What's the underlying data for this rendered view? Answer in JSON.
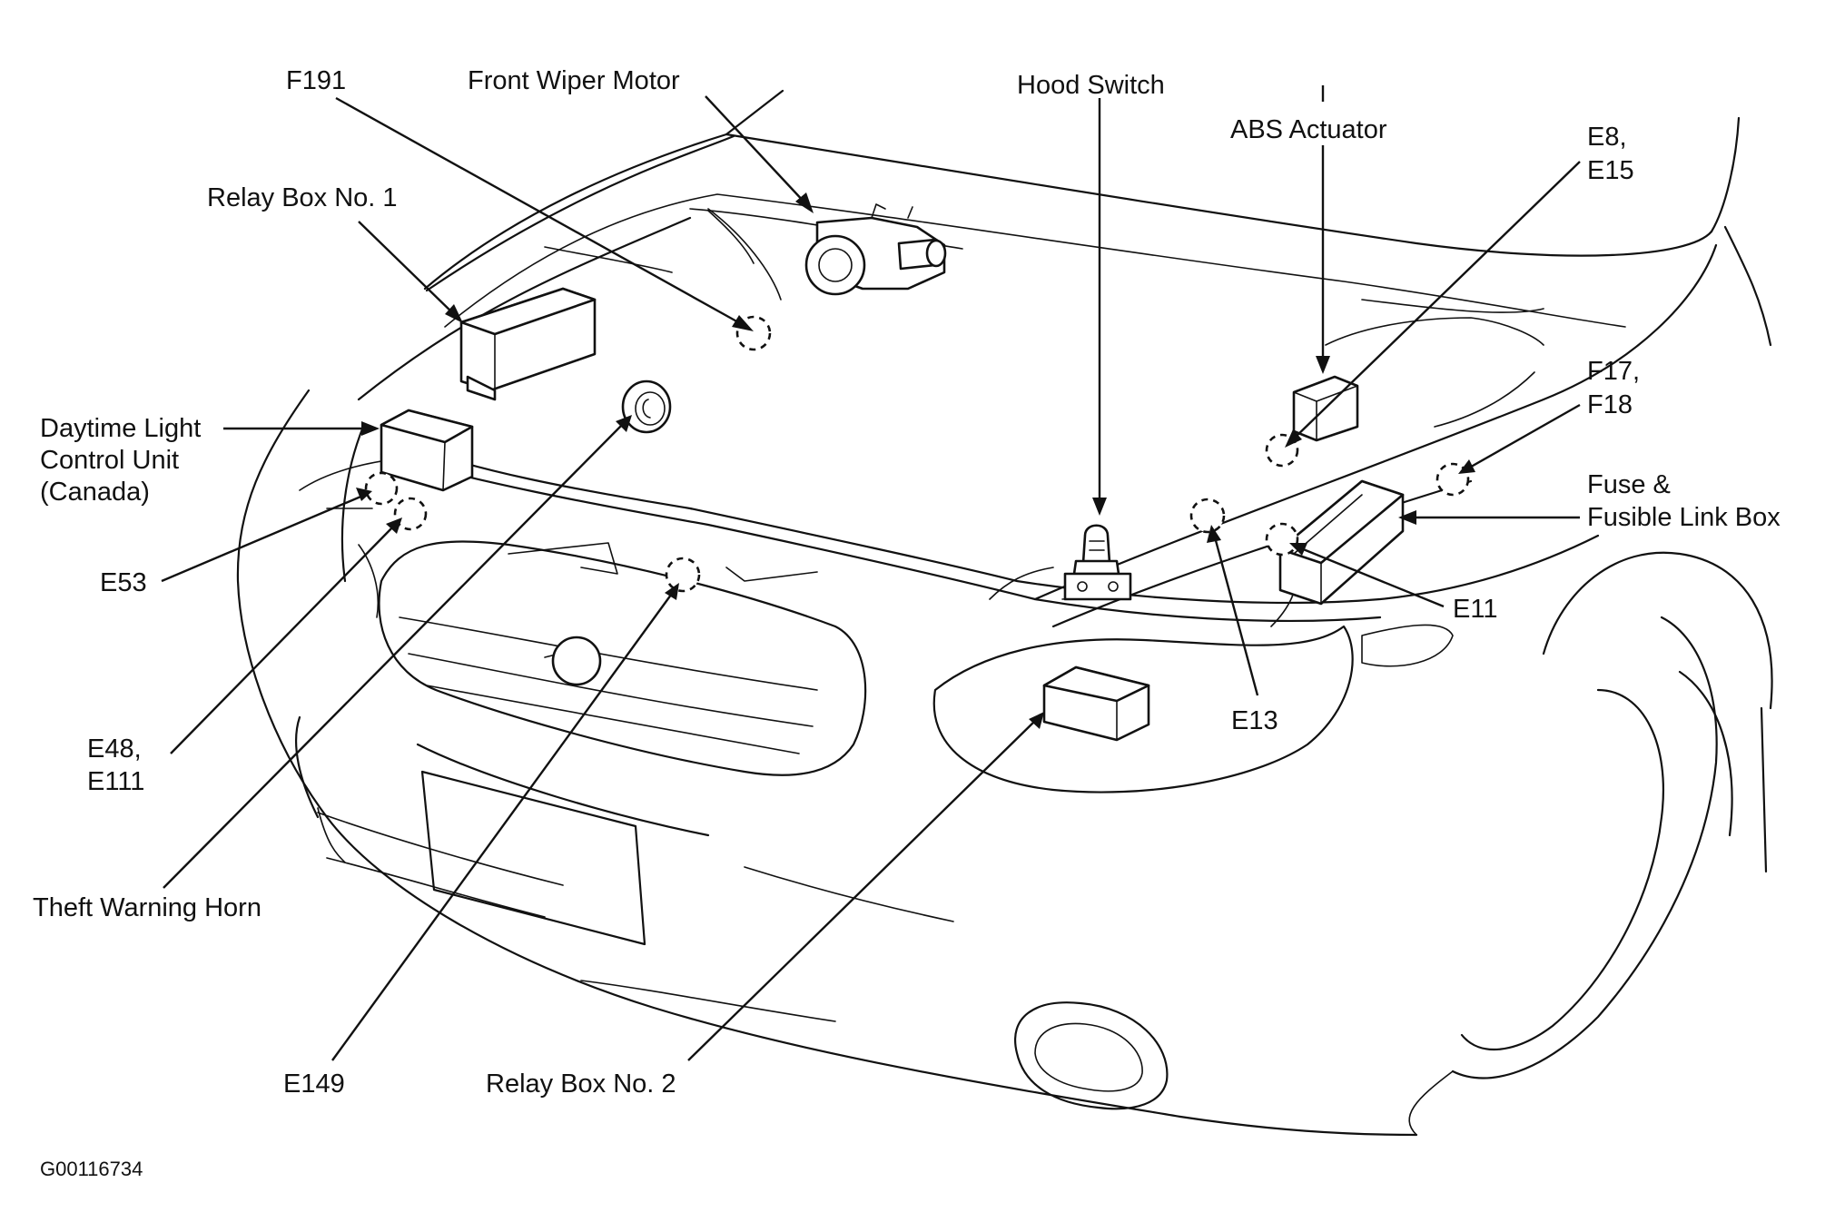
{
  "diagram": {
    "labels": {
      "f191": "F191",
      "front_wiper_motor": "Front Wiper Motor",
      "hood_switch": "Hood Switch",
      "abs_actuator": "ABS Actuator",
      "e8_e15_line1": "E8,",
      "e8_e15_line2": "E15",
      "relay_box_1": "Relay Box No. 1",
      "daytime_line1": "Daytime Light",
      "daytime_line2": "Control Unit",
      "daytime_line3": "(Canada)",
      "f17_f18_line1": "F17,",
      "f17_f18_line2": "F18",
      "fuse_line1": "Fuse &",
      "fuse_line2": "Fusible Link Box",
      "e53": "E53",
      "e11": "E11",
      "e13": "E13",
      "e48_e111_line1": "E48,",
      "e48_e111_line2": "E111",
      "theft_warning_horn": "Theft Warning Horn",
      "e149": "E149",
      "relay_box_2": "Relay Box No. 2"
    },
    "figure_code": "G00116734"
  }
}
